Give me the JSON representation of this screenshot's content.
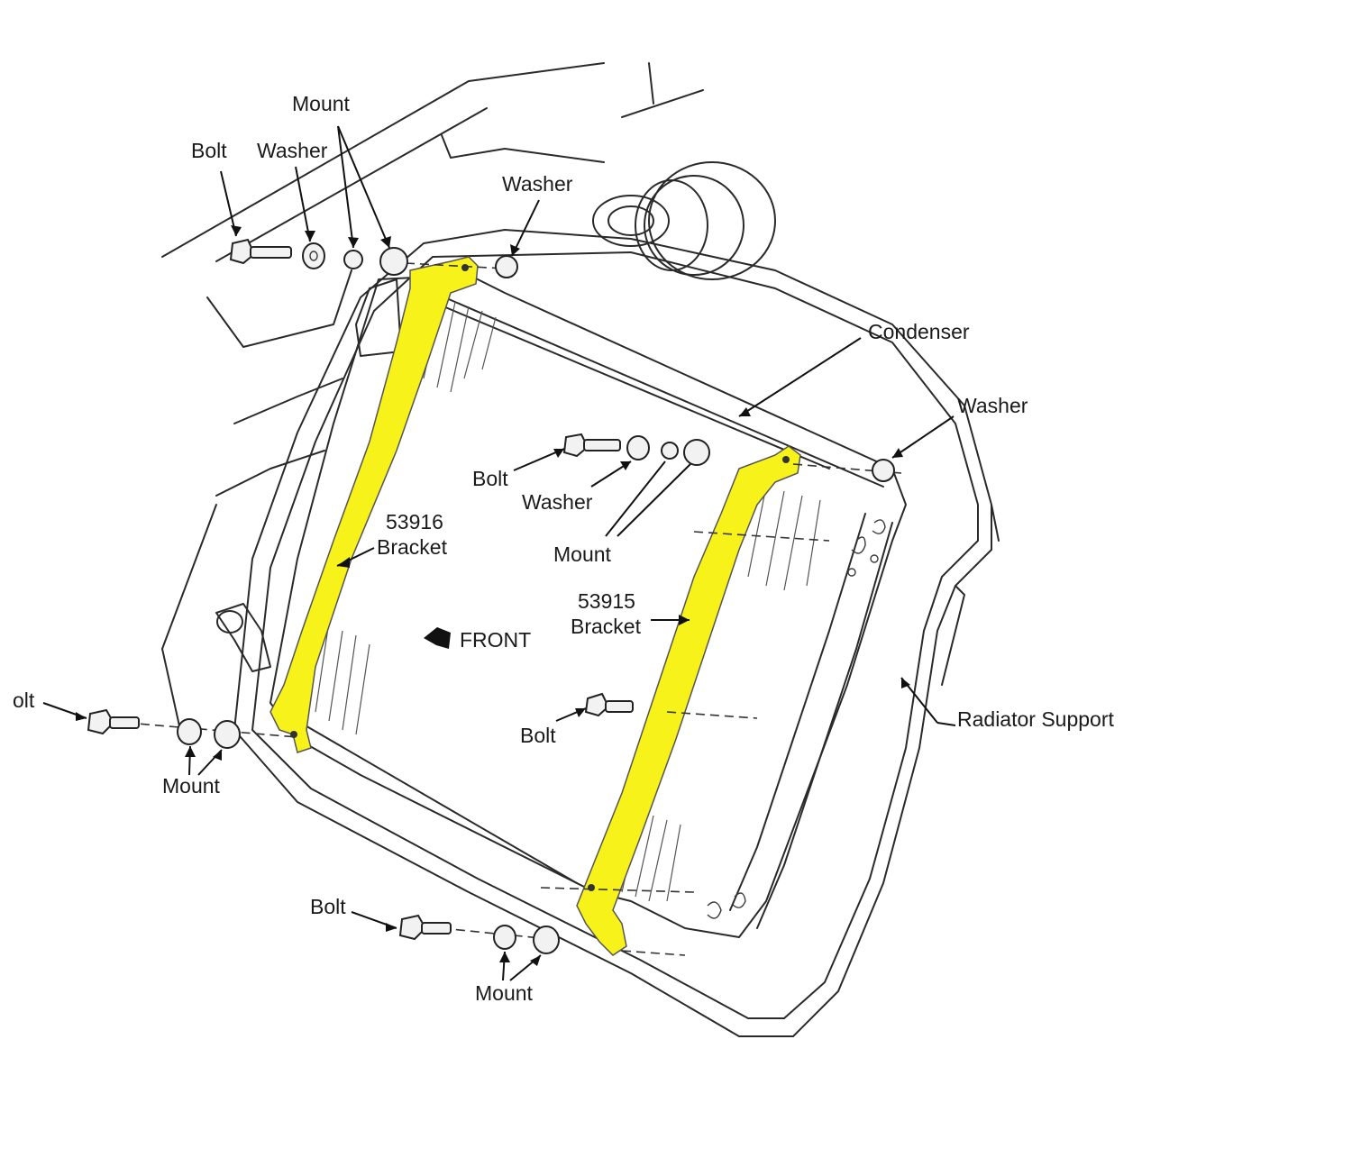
{
  "diagram": {
    "labels": {
      "mount_top": "Mount",
      "bolt_top": "Bolt",
      "washer_top_left": "Washer",
      "washer_top_mid": "Washer",
      "condenser": "Condenser",
      "washer_right": "Washer",
      "bolt_mid": "Bolt",
      "washer_mid": "Washer",
      "mount_mid": "Mount",
      "bracket_53916_number": "53916",
      "bracket_53916_word": "Bracket",
      "bracket_53915_number": "53915",
      "bracket_53915_word": "Bracket",
      "front": "FRONT",
      "bolt_left_partial": "olt",
      "mount_left": "Mount",
      "bolt_right_mid": "Bolt",
      "radiator_support": "Radiator Support",
      "bolt_bottom": "Bolt",
      "mount_bottom": "Mount"
    },
    "colors": {
      "bracket_highlight": "#f7f21a",
      "ink": "#2a2a2a",
      "background": "#ffffff"
    }
  }
}
